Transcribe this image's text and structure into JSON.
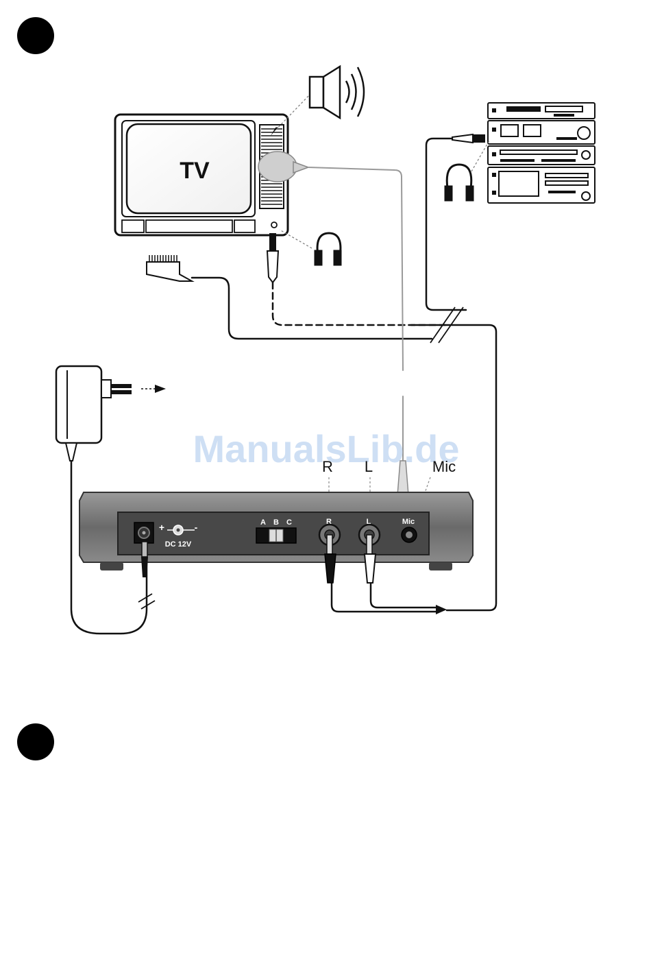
{
  "diagram": {
    "tv_label": "TV",
    "port_labels": {
      "r": "R",
      "l": "L",
      "mic": "Mic"
    },
    "panel_labels": {
      "switch_positions": [
        "A",
        "B",
        "C"
      ],
      "dc_plus": "+",
      "dc_minus": "-",
      "dc_label": "DC 12V",
      "jack_r": "R",
      "jack_l": "L",
      "jack_mic": "Mic"
    },
    "watermark": "ManualsLib.de"
  },
  "colors": {
    "ink": "#111111",
    "panel": "#6e6e6e",
    "panel_dark": "#3a3a3a",
    "watermark": "#c9dcf3"
  }
}
